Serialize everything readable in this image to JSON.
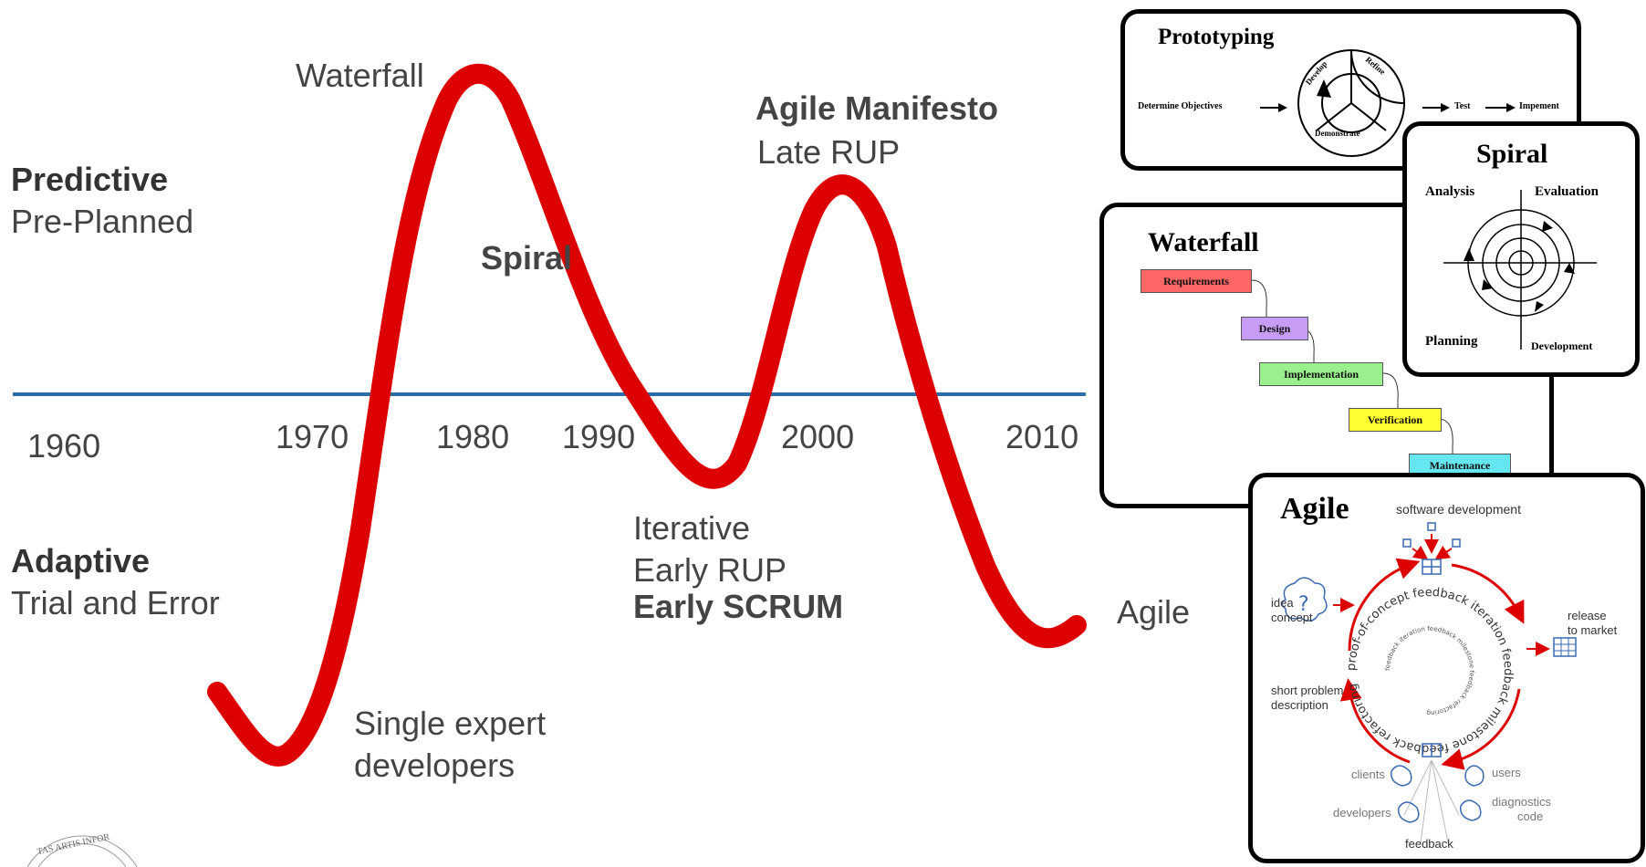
{
  "timeline": {
    "years": [
      "1960",
      "1970",
      "1980",
      "1990",
      "2000",
      "2010"
    ],
    "predictive_title": "Predictive",
    "predictive_sub": "Pre-Planned",
    "adaptive_title": "Adaptive",
    "adaptive_sub": "Trial and Error",
    "waterfall": "Waterfall",
    "spiral": "Spiral",
    "agile_manifesto": "Agile Manifesto",
    "late_rup": "Late RUP",
    "iterative": "Iterative",
    "early_rup": "Early RUP",
    "early_scrum": "Early SCRUM",
    "agile": "Agile",
    "single_expert_1": "Single expert",
    "single_expert_2": "developers",
    "seal_text": "TAS ARTIS INFOR"
  },
  "colors": {
    "curve": "#dd0000",
    "axis": "#2e6ea8"
  },
  "prototyping_card": {
    "title": "Prototyping",
    "determine": "Determine Objectives",
    "develop": "Develop",
    "refine": "Refine",
    "demonstrate": "Demonstrate",
    "test": "Test",
    "implement": "Impement"
  },
  "spiral_card": {
    "title": "Spiral",
    "analysis": "Analysis",
    "evaluation": "Evaluation",
    "planning": "Planning",
    "development": "Development"
  },
  "waterfall_card": {
    "title": "Waterfall",
    "steps": [
      {
        "label": "Requirements",
        "color": "#ff6666"
      },
      {
        "label": "Design",
        "color": "#c79cf5"
      },
      {
        "label": "Implementation",
        "color": "#99f08c"
      },
      {
        "label": "Verification",
        "color": "#ffff33"
      },
      {
        "label": "Maintenance",
        "color": "#66e6f0"
      }
    ]
  },
  "agile_card": {
    "title": "Agile",
    "software_development": "software development",
    "idea_1": "idea",
    "idea_2": "concept",
    "short_problem_1": "short problem",
    "short_problem_2": "description",
    "release_1": "release",
    "release_2": "to market",
    "clients": "clients",
    "users": "users",
    "developers": "developers",
    "diagnostics_1": "diagnostics",
    "diagnostics_2": "code",
    "feedback": "feedback",
    "ring_text": "proof-of-concept feedback iteration feedback milestone feedback refactoring",
    "inner_text": "feedback iteration feedback milestone feedback refactoring"
  }
}
